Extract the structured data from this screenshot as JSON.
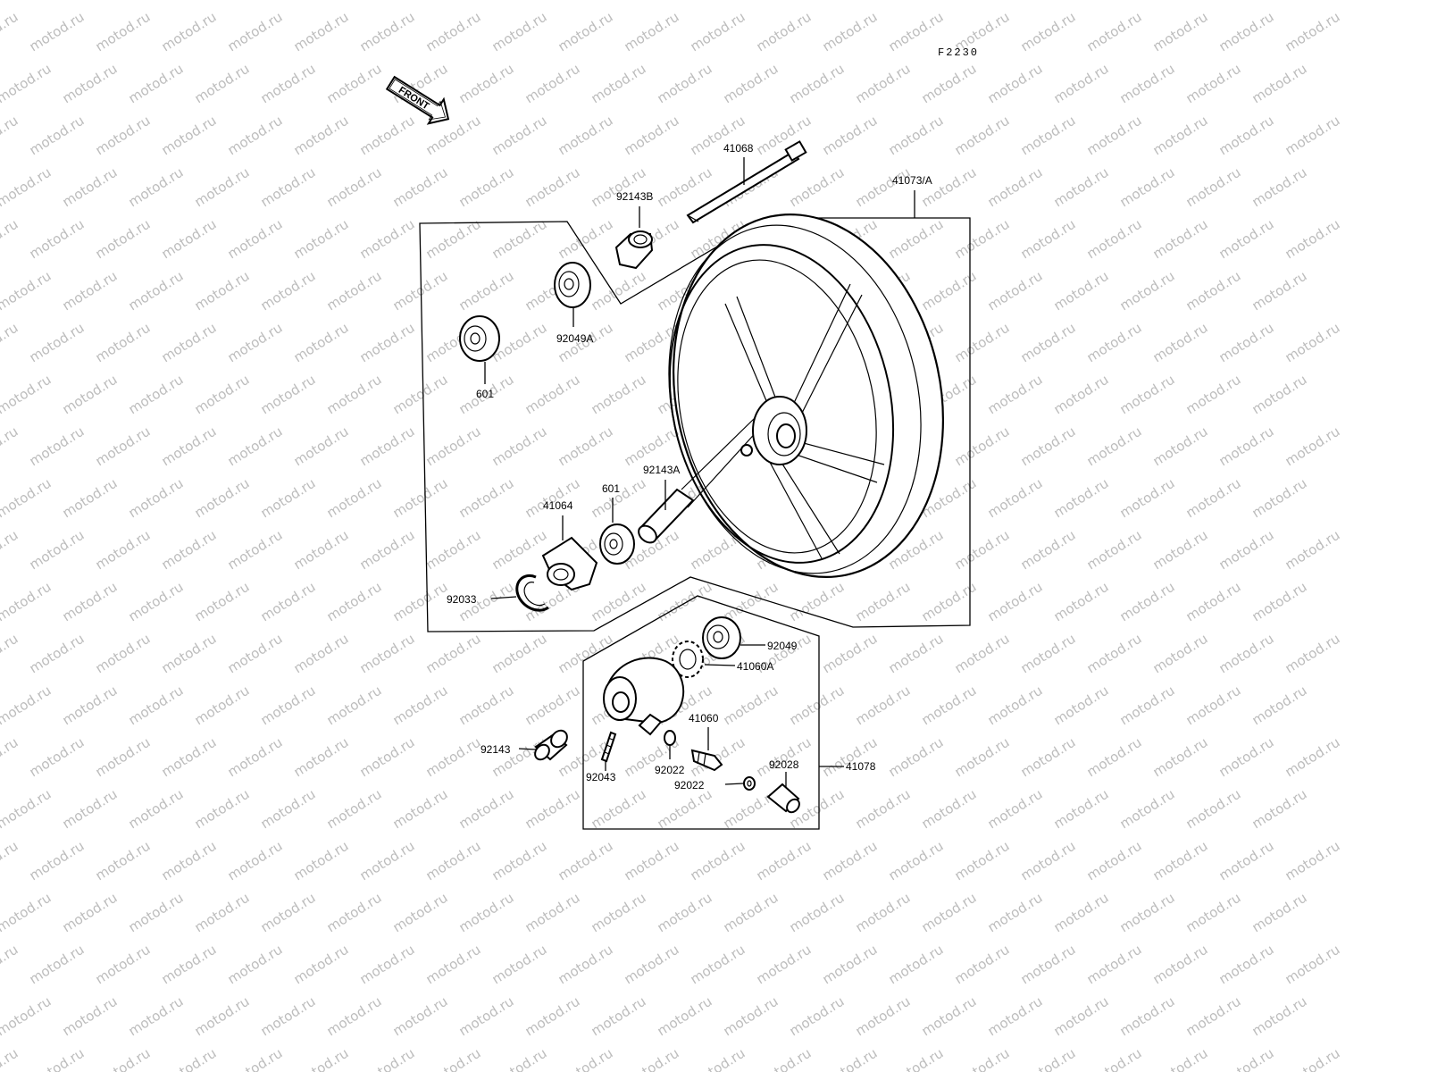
{
  "watermark": "motod.ru",
  "diagram_code": "F2230",
  "front_label": "FRONT",
  "labels": {
    "axle": "41068",
    "wheel": "41073/A",
    "collar_b": "92143B",
    "bearing_a": "92049A",
    "bearing_left": "601",
    "collar_a": "92143A",
    "bearing_mid": "601",
    "coupling": "41064",
    "circlip": "92033",
    "bearing_b": "92049",
    "gear": "41060A",
    "shaft": "41060",
    "collar": "92143",
    "pin": "92043",
    "washer_a": "92022",
    "washer_b": "92022",
    "bush": "92028",
    "gearbox": "41078"
  }
}
